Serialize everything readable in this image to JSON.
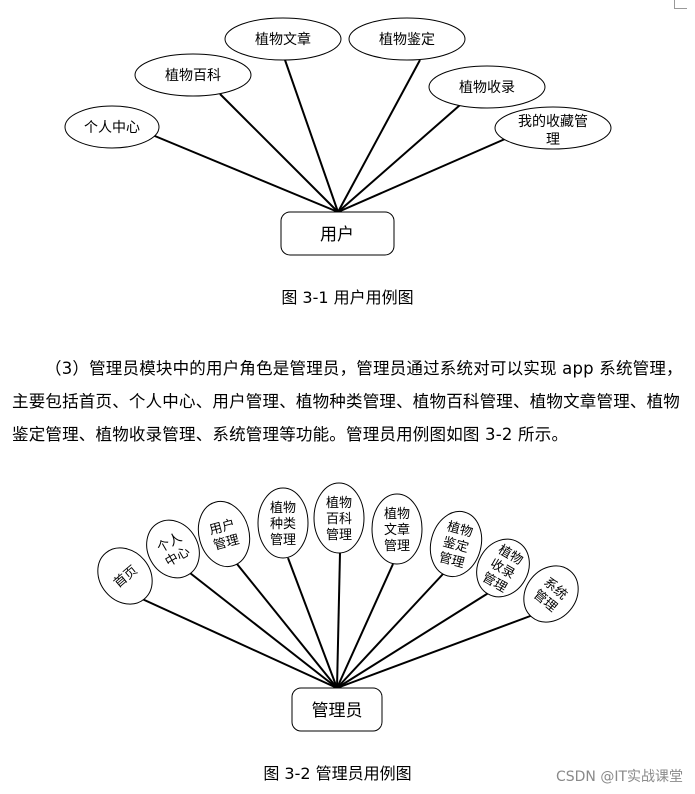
{
  "diagram1": {
    "actor": "用户",
    "use_cases": [
      "个人中心",
      "植物百科",
      "植物文章",
      "植物鉴定",
      "植物收录",
      "我的收藏管理"
    ],
    "caption": "图 3-1  用户用例图"
  },
  "paragraph": "（3）管理员模块中的用户角色是管理员，管理员通过系统对可以实现 app 系统管理，主要包括首页、个人中心、用户管理、植物种类管理、植物百科管理、植物文章管理、植物鉴定管理、植物收录管理、系统管理等功能。管理员用例图如图 3-2 所示。",
  "diagram2": {
    "actor": "管理员",
    "use_cases": [
      "首页",
      "个人中心",
      "用户管理",
      "植物种类管理",
      "植物百科管理",
      "植物文章管理",
      "植物鉴定管理",
      "植物收录管理",
      "系统管理"
    ],
    "caption": "图 3-2  管理员用例图"
  },
  "watermark": "CSDN @IT实战课堂"
}
